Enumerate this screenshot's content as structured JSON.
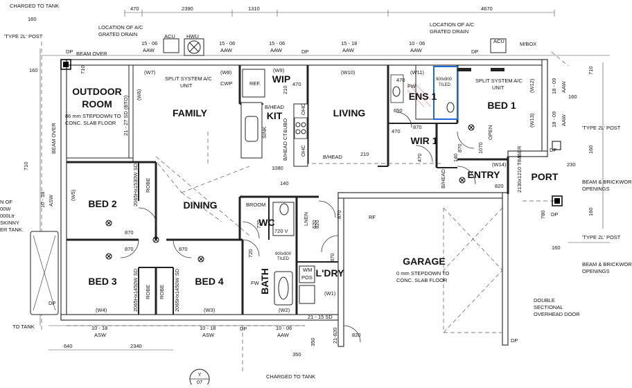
{
  "rooms": {
    "outdoor": [
      "OUTDOOR",
      "ROOM"
    ],
    "family": "FAMILY",
    "living": "LIVING",
    "kit": "KIT",
    "wip": "WIP",
    "ens": "ENS 1",
    "bed1": "BED 1",
    "wir": "WIR 1",
    "entry": "ENTRY",
    "port": "PORT",
    "bed2": "BED 2",
    "dining": "DINING",
    "wc": "WC",
    "bed3": "BED 3",
    "bed4": "BED 4",
    "bath": "BATH",
    "ldry": "L'DRY",
    "garage": "GARAGE"
  },
  "annotations": {
    "charged_to_tank_top": "CHARGED TO TANK",
    "type2l_post_left": "'TYPE 2L' POST",
    "location_ac_left": [
      "LOCATION OF A/C",
      "GRATED DRAIN"
    ],
    "location_ac_right": [
      "LOCATION OF A/C",
      "GRATED DRAIN"
    ],
    "acu_left": "ACU",
    "hwu": "HWU",
    "acu_right": "ACU",
    "mbox": "M/BOX",
    "beam_over_top": "BEAM OVER",
    "beam_over_side": "BEAM OVER",
    "split_left": [
      "SPLIT SYSTEM A/C",
      "UNIT"
    ],
    "split_right": [
      "SPLIT SYSTEM A/C",
      "UNIT"
    ],
    "ref": "REF.",
    "cwp": "CWP",
    "outdoor_note": [
      "86 mm  STEPDOWN TO",
      "CONC. SLAB FLOOR"
    ],
    "bhead_kit": "B/HEAD",
    "bhead_ct": "B/HEAD CT&UBO",
    "sink": "SINK",
    "ohc1": "OHC",
    "ohc2": "OHC",
    "bhead_living": "B/HEAD",
    "bhead_entry": "B/HEAD",
    "tiled_ens": [
      "900x900",
      "TILED"
    ],
    "fw_ens": "FW",
    "open_label": "OPEN",
    "timber": "2130x1210 TIMBER",
    "type2l_post_r1": "'TYPE 2L' POST",
    "type2l_post_r2": "'TYPE 2L' POST",
    "beam_brick1": [
      "BEAM & BRICKWORK",
      "OPENINGS"
    ],
    "beam_brick2": [
      "BEAM & BRICKWOR",
      "OPENINGS"
    ],
    "robe_bed2": "ROBE",
    "robe_sd_bed2": "2065Hx1530W SD",
    "broom": "BROOM",
    "lnen": "LNEN",
    "wc_size": "720 V",
    "rf": "RF",
    "garage_note": [
      "0 mm  STEPDOWN TO",
      "CONC. SLAB FLOOR"
    ],
    "robe_b3": "ROBE",
    "robe_b4": "ROBE",
    "robe_sd_b3": "2065Hx1450W SD",
    "robe_sd_b4": "2065Hx1450W SD",
    "tiled_bath": [
      "900x900",
      "TILED"
    ],
    "fw_bath": "FW",
    "wm": "WM",
    "pos": "POS",
    "ldry_sd": "21 - 15 SD",
    "double_door": [
      "DOUBLE",
      "SECTIONAL",
      "OVERHEAD DOOR"
    ],
    "to_tank": "TO TANK",
    "tank_left": [
      "N OF",
      "00W",
      "000Ltr",
      "SKINNY",
      "ER TANK."
    ],
    "charged_to_tank_bottom": "CHARGED TO TANK",
    "section_y": "Y",
    "section_07": "07",
    "dp": "DP",
    "sd_w6": "21 - 27 SD (BTO)"
  },
  "windows": {
    "w7": "(W7)",
    "w8": "(W8)",
    "w9": "(W9)",
    "w10": "(W10)",
    "w11": "(W11)",
    "w12": "(W12)",
    "w13": "(W13)",
    "w14": "(W14)",
    "w6": "(W6)",
    "w5": "(W5)",
    "w4": "(W4)",
    "w3": "(W3)",
    "w2": "(W2)",
    "w1": "(W1)"
  },
  "window_specs": {
    "top1": "15 - 06",
    "top1b": "AAW",
    "top2": "15 - 06",
    "top2b": "AAW",
    "top3": "15 - 06",
    "top3b": "AAW",
    "top4": "15 - 18",
    "top4b": "AAW",
    "top5": "10 - 06",
    "top5b": "AAW",
    "right1": "18 - 09",
    "right1b": "AAW",
    "right2": "18 - 09",
    "right2b": "AAW",
    "left1": "10 - 18",
    "left1b": "ASW",
    "bot1": "10 - 18",
    "bot1b": "ASW",
    "bot2": "10 - 18",
    "bot2b": "ASW",
    "bot3": "10 - 06",
    "bot3b": "AAW",
    "sd_ldry": "21-820"
  },
  "dimensions": {
    "top": [
      "470",
      "2390",
      "1310",
      "4670"
    ],
    "d160a": "160",
    "d160b": "160",
    "d710a": "710",
    "d710b": "710",
    "d470a": "470",
    "d470b": "470",
    "d470c": "470",
    "d470d": "470",
    "d210a": "210",
    "d210b": "210",
    "d650": "650",
    "d870a": "870",
    "d870b": "870",
    "d870c": "870",
    "d870d": "870",
    "d870e": "870",
    "d1080": "1080",
    "d140a": "140",
    "d140b": "140",
    "d1070": "1070",
    "d820a": "820",
    "d820b": "820",
    "d820c": "820",
    "d230": "230",
    "d780": "780",
    "d720a": "720",
    "d720b": "720",
    "d620": "620",
    "d160c": "160",
    "d160d": "160",
    "d160e": "160",
    "bottom": [
      "640",
      "2340"
    ],
    "d350a": "350",
    "d350b": "350"
  }
}
